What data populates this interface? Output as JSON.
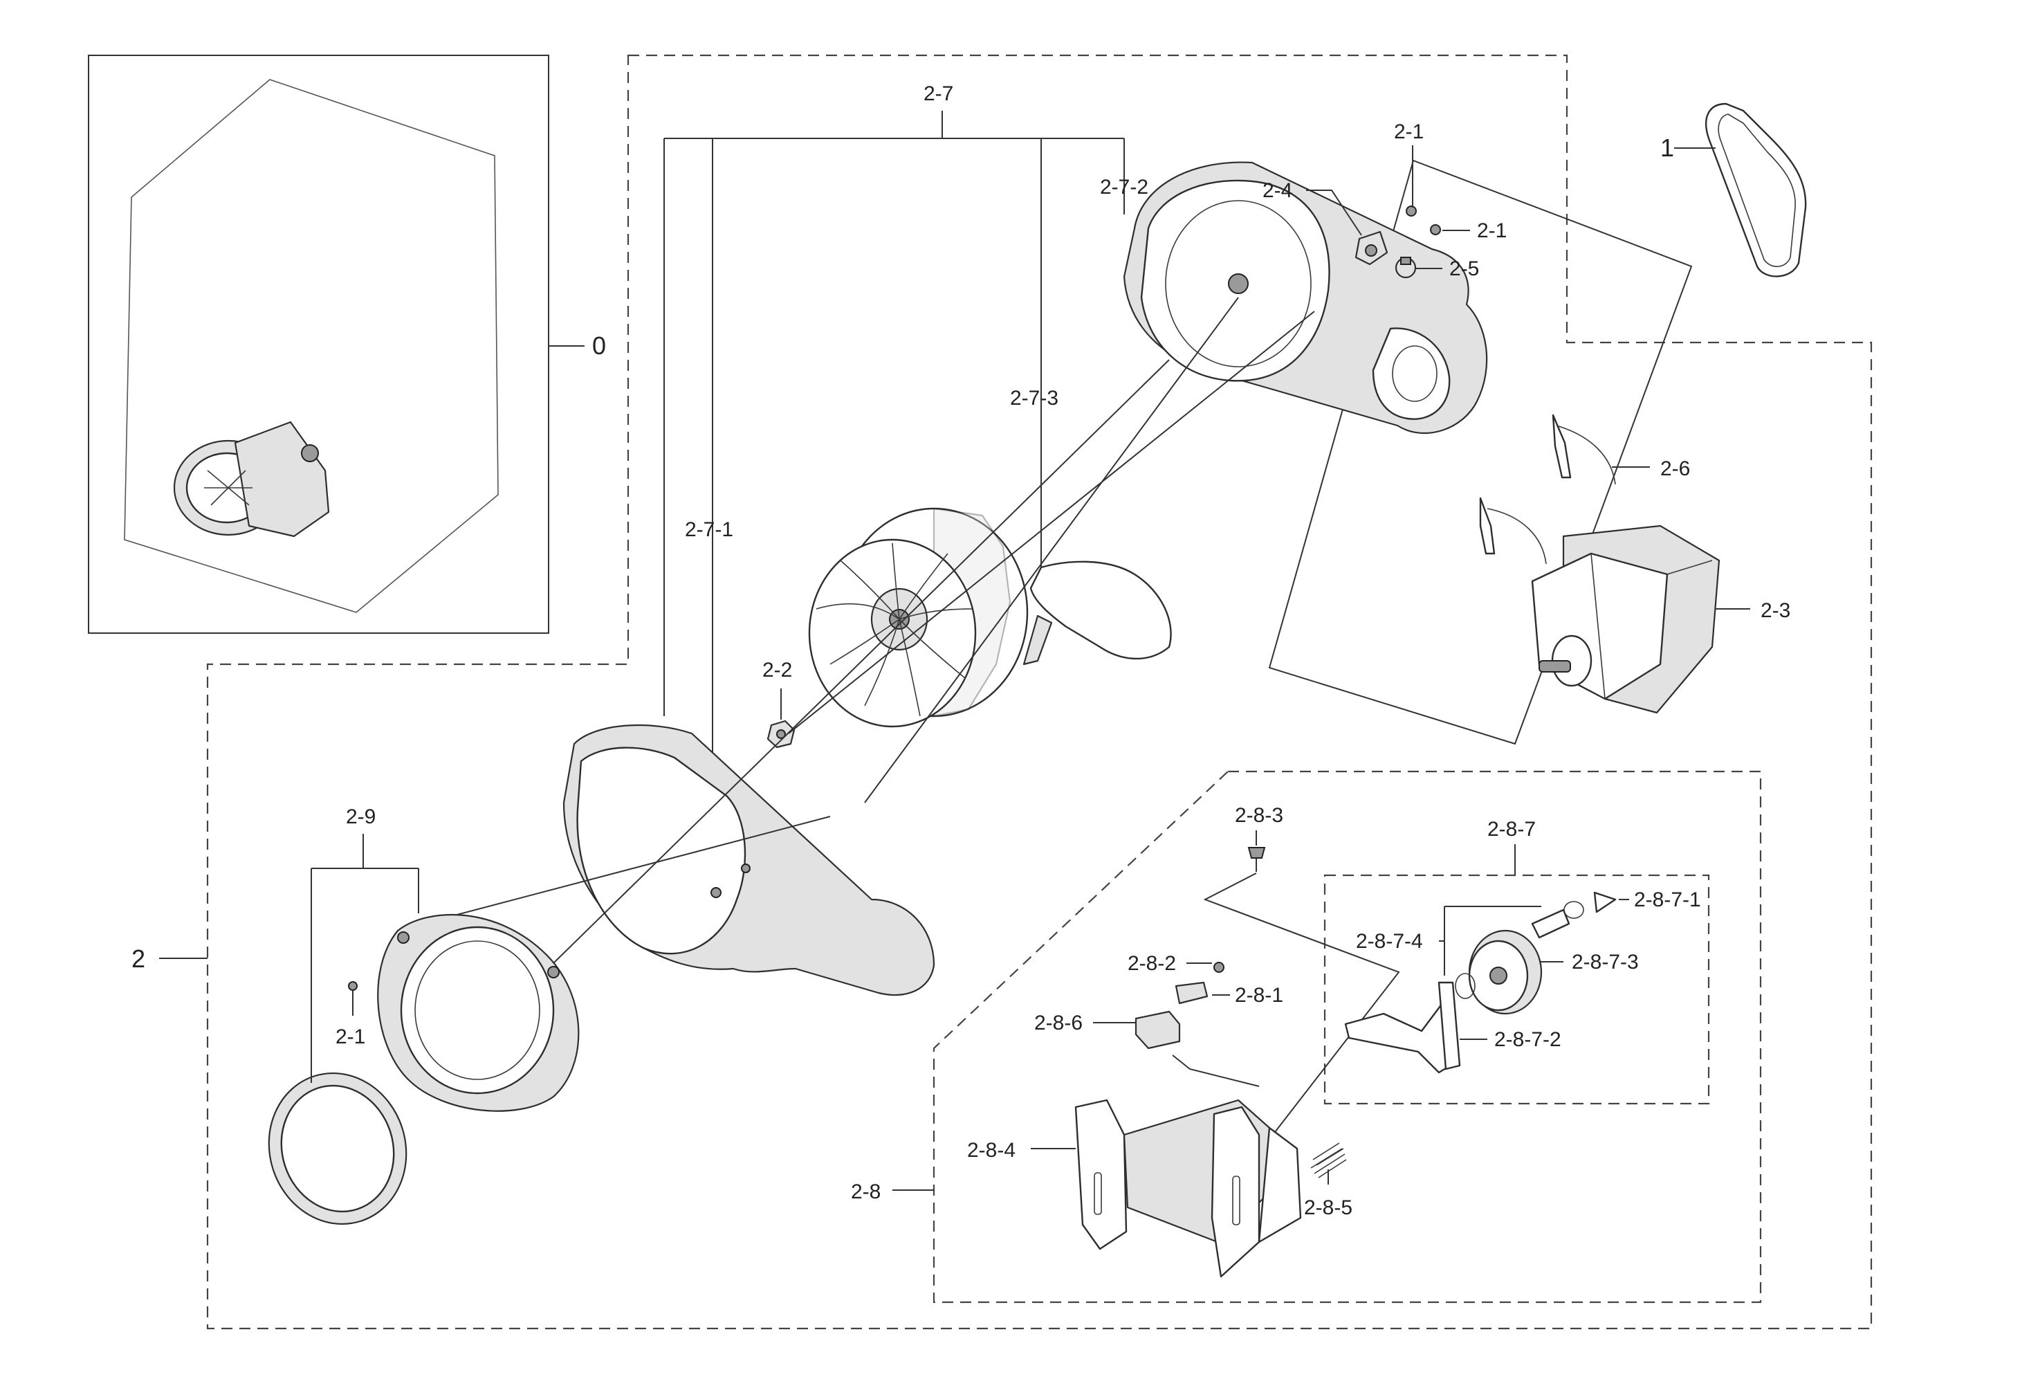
{
  "callouts": {
    "assembly": "0",
    "belt": "1",
    "duct_assembly": "2",
    "screw_top_1": "2-1",
    "screw_top_2": "2-1",
    "screw_bottom": "2-1",
    "nut": "2-2",
    "motor": "2-3",
    "bracket": "2-4",
    "fitting": "2-5",
    "clamp": "2-6",
    "fan_housing": "2-7",
    "screw_housing": "2-7-1",
    "housing_cover": "2-7-2",
    "duct_flap": "2-7-3",
    "idler_assembly": "2-8",
    "idler_screw": "2-8-1",
    "idler_screw_2": "2-8-2",
    "idler_screw_3": "2-8-3",
    "idler_bracket": "2-8-4",
    "spring": "2-8-5",
    "switch": "2-8-6",
    "pulley_assembly": "2-8-7",
    "pulley_clip": "2-8-7-1",
    "pulley_arm": "2-8-7-2",
    "pulley_wheel": "2-8-7-3",
    "pulley_washer": "2-8-7-4",
    "seal_ring": "2-9"
  }
}
